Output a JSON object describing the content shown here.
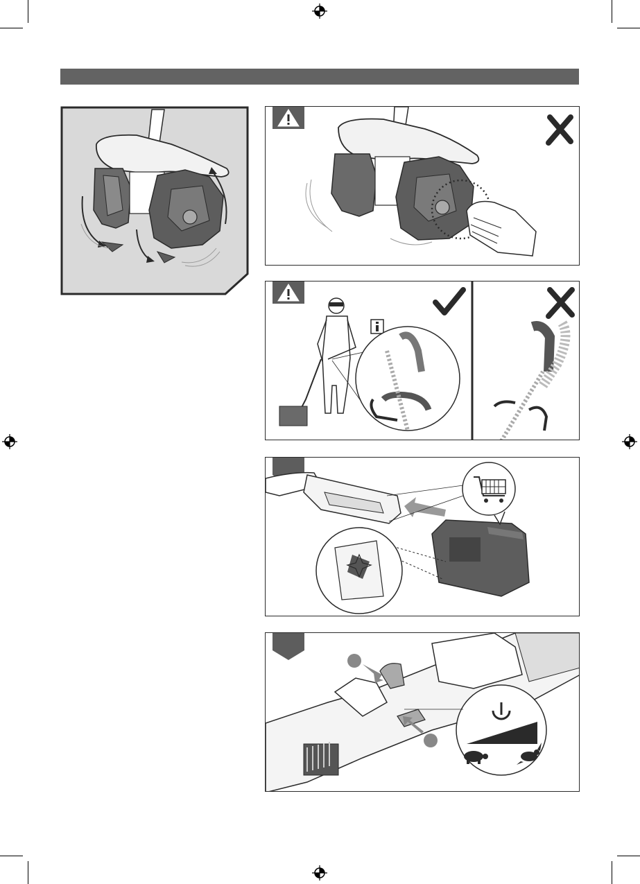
{
  "page": {
    "background": "#ffffff",
    "header_bar_color": "#636363",
    "ink_color": "#2a2a2a",
    "panel_fill": "#d9d9d9"
  },
  "figure_tines": {
    "icon": "tiller-tines-rotation-illustration"
  },
  "panel_warning_hand": {
    "icon": "warning-triangle-icon",
    "verdict_icon": "cross-mark-icon",
    "illustration": "hand-near-rotating-tines"
  },
  "panel_warning_posture": {
    "icon": "warning-triangle-icon",
    "correct_icon": "check-mark-icon",
    "wrong_icon": "cross-mark-icon",
    "info_icon": "info-icon",
    "illustration": "operator-holding-tiller"
  },
  "panel_battery": {
    "step_icon": "step-badge",
    "cart_icon": "shopping-cart-icon",
    "illustration": "battery-insertion"
  },
  "panel_switch": {
    "step_icon": "step-badge",
    "power_icon": "power-icon",
    "slow_icon": "turtle-icon",
    "fast_icon": "rabbit-icon",
    "illustration": "lock-off-and-trigger"
  }
}
